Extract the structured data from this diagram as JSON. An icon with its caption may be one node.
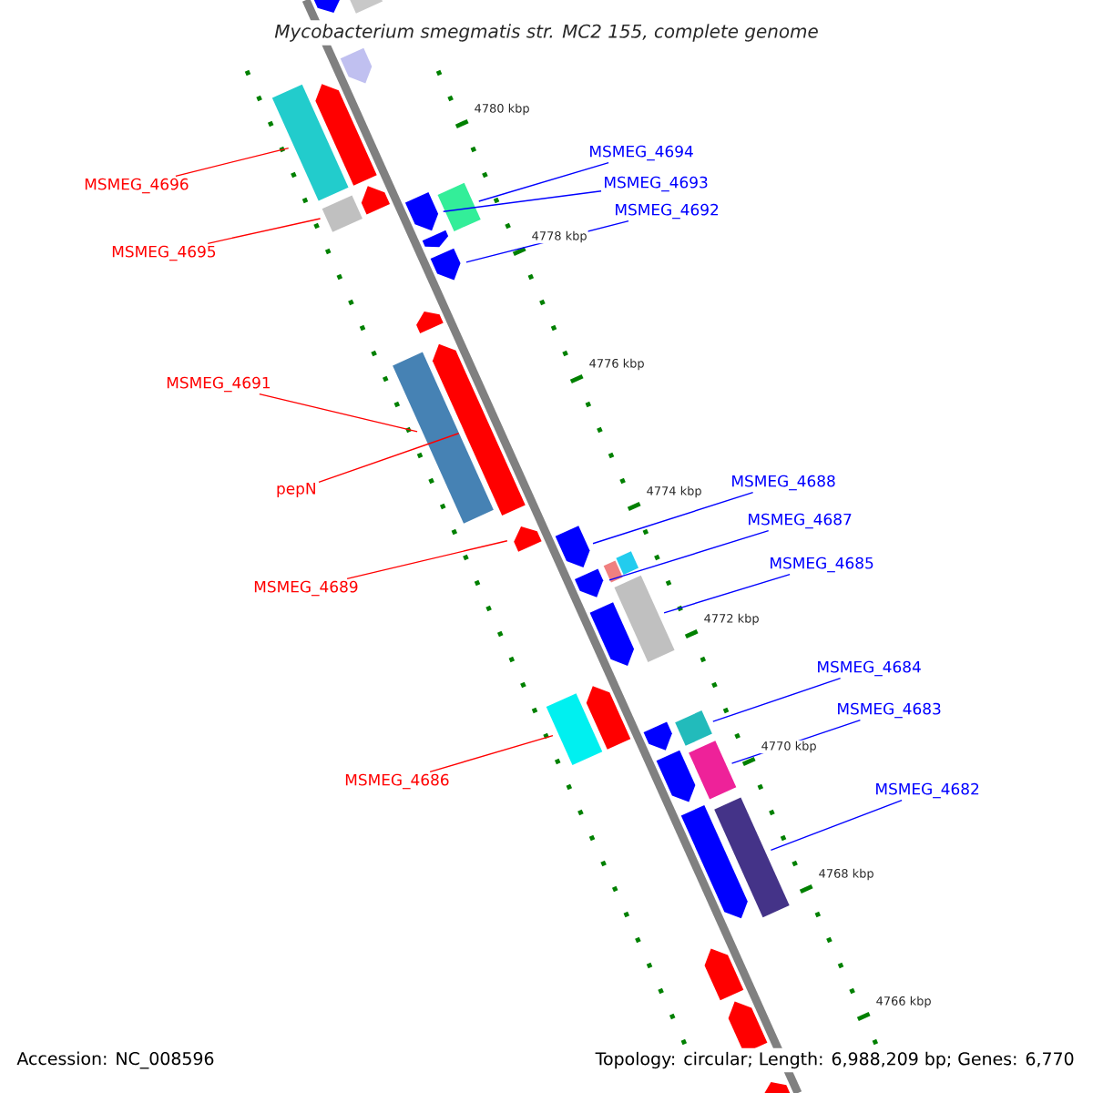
{
  "diagram": {
    "title": "Mycobacterium smegmatis str. MC2 155, complete genome",
    "nodes": [
      {
        "text": [
          "MSMEG_4694"
        ]
      },
      {
        "text": [
          "MSMEG_4693"
        ]
      },
      {
        "text": [
          "MSMEG_4696"
        ]
      },
      {
        "text": [
          "MSMEG_4692"
        ]
      },
      {
        "text": [
          "MSMEG_4695"
        ]
      },
      {
        "text": [
          "MSMEG_4691"
        ]
      },
      {
        "text": [
          "MSMEG_4688"
        ]
      },
      {
        "text": [
          "pepN"
        ]
      },
      {
        "text": [
          "MSMEG_4687"
        ]
      },
      {
        "text": [
          "MSMEG_4685"
        ]
      },
      {
        "text": [
          "MSMEG_4689"
        ]
      },
      {
        "text": [
          "MSMEG_4684"
        ]
      },
      {
        "text": [
          "MSMEG_4683"
        ]
      },
      {
        "text": [
          "MSMEG_4686"
        ]
      },
      {
        "text": [
          "MSMEG_4682"
        ]
      },
      {
        "text": [],
        "shape": "bar"
      },
      {
        "text": [],
        "shape": "arrow"
      },
      {
        "text": [],
        "shape": "bar"
      },
      {
        "text": [],
        "shape": "arrow"
      },
      {
        "text": [],
        "shape": "bar"
      },
      {
        "text": [],
        "shape": "bar"
      },
      {
        "text": [],
        "shape": "arrow"
      },
      {
        "text": [],
        "shape": "arrow"
      },
      {
        "text": [],
        "shape": "arrow"
      },
      {
        "text": [],
        "shape": "bar"
      },
      {
        "text": [],
        "shape": "arrow"
      },
      {
        "text": [],
        "shape": "bar"
      },
      {
        "text": [],
        "shape": "bar"
      },
      {
        "text": [],
        "shape": "bar"
      },
      {
        "text": [],
        "shape": "bar"
      },
      {
        "text": [],
        "shape": "arrow"
      },
      {
        "text": [],
        "shape": "arrow"
      },
      {
        "text": [],
        "shape": "arrow"
      },
      {
        "text": [],
        "shape": "arrow"
      },
      {
        "text": [],
        "shape": "arrow"
      },
      {
        "text": [],
        "shape": "arrow"
      },
      {
        "text": [],
        "shape": "arrow"
      },
      {
        "text": [],
        "shape": "arrow"
      },
      {
        "text": [],
        "shape": "arrow"
      },
      {
        "text": [],
        "shape": "bar"
      },
      {
        "text": [],
        "shape": "arrow"
      },
      {
        "text": [],
        "shape": "arrow"
      },
      {
        "text": [],
        "shape": "arrow"
      },
      {
        "text": [],
        "shape": "arrow"
      },
      {
        "text": [],
        "shape": "arrow"
      },
      {
        "text": [],
        "shape": "bar"
      },
      {
        "text": [],
        "shape": "bar"
      }
    ],
    "edges": [
      {
        "from": 0,
        "to": 15,
        "arrow": "none"
      },
      {
        "from": 1,
        "to": 16,
        "arrow": "none"
      },
      {
        "from": 2,
        "to": 17,
        "arrow": "none",
        "color": "#ff0000"
      },
      {
        "from": 3,
        "to": 18,
        "arrow": "none"
      },
      {
        "from": 4,
        "to": 19,
        "arrow": "none",
        "color": "#ff0000"
      },
      {
        "from": 5,
        "to": 20,
        "arrow": "none",
        "color": "#ff0000"
      },
      {
        "from": 6,
        "to": 21,
        "arrow": "none"
      },
      {
        "from": 7,
        "to": 22,
        "arrow": "none",
        "color": "#ff0000"
      },
      {
        "from": 8,
        "to": 23,
        "arrow": "none"
      },
      {
        "from": 9,
        "to": 24,
        "arrow": "none"
      },
      {
        "from": 10,
        "to": 25,
        "arrow": "none",
        "color": "#ff0000"
      },
      {
        "from": 11,
        "to": 26,
        "arrow": "none"
      },
      {
        "from": 12,
        "to": 27,
        "arrow": "none"
      },
      {
        "from": 13,
        "to": 28,
        "arrow": "none",
        "color": "#ff0000"
      },
      {
        "from": 14,
        "to": 29,
        "arrow": "none"
      }
    ],
    "labels": [
      "4780 kbp",
      "4778 kbp",
      "4776 kbp",
      "4774 kbp",
      "4772 kbp",
      "4770 kbp",
      "4768 kbp",
      "4766 kbp",
      "Accession: NC_008596",
      "Topology: circular; Length: 6,988,209 bp; Genes: 6,770"
    ]
  }
}
